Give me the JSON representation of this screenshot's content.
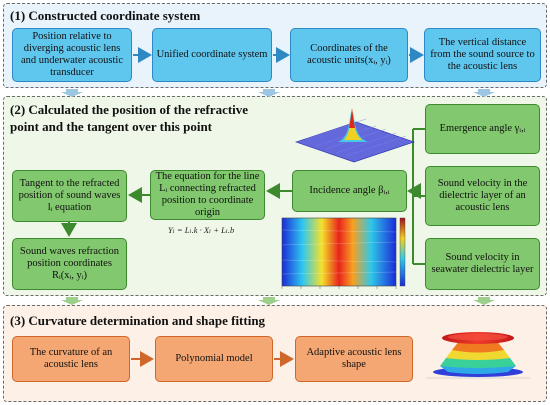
{
  "section1": {
    "title": "(1) Constructed coordinate system",
    "boxes": [
      "Position relative to diverging acoustic lens and underwater acoustic transducer",
      "Unified coordinate system",
      "Coordinates of the acoustic units(xᵢ, yᵢ)",
      "The vertical distance from the sound source to the acoustic lens"
    ]
  },
  "section2": {
    "title_line1": "(2) Calculated the position of the refractive",
    "title_line2": "point and the tangent over this point",
    "emergence": "Emergence angle γᵢ,ᵢ",
    "incidence": "Incidence angle βᵢ,ᵢ",
    "velocity_dielectric": "Sound velocity in the dielectric layer of an acoustic lens",
    "velocity_seawater": "Sound velocity in seawater dielectric layer",
    "line_equation": "The equation for the line Lᵢ connecting refracted position to coordinate origin",
    "tangent": "Tangent to the refracted position of sound waves lᵢ equation",
    "coordinates": "Sound waves refraction position coordinates Rᵢ(xᵢ, yᵢ)",
    "formula": "Yₗ = Lₗ.k · Xₗ + Lₗ.b"
  },
  "section3": {
    "title": "(3) Curvature determination and shape fitting",
    "boxes": [
      "The curvature of an acoustic lens",
      "Polynomial model",
      "Adaptive acoustic lens shape"
    ]
  },
  "colors": {
    "blue_fill": "#5fc6ee",
    "green_fill": "#82c86e",
    "orange_fill": "#f4a773",
    "section1_bg": "#e8f3fb",
    "section2_bg": "#eef7e8",
    "section3_bg": "#fdf0e6"
  }
}
